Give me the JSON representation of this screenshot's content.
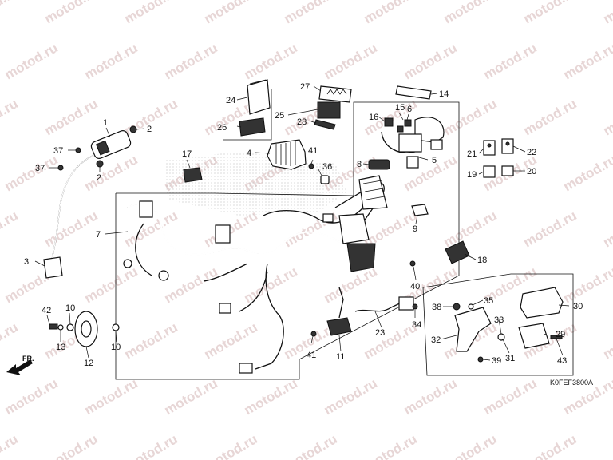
{
  "watermark": {
    "text": "motod.ru"
  },
  "diagram": {
    "code": "K0FEF3800A",
    "direction_label": "FR.",
    "callouts": [
      {
        "id": "c1",
        "text": "1"
      },
      {
        "id": "c2a",
        "text": "2"
      },
      {
        "id": "c2b",
        "text": "2"
      },
      {
        "id": "c3",
        "text": "3"
      },
      {
        "id": "c4",
        "text": "4"
      },
      {
        "id": "c5",
        "text": "5"
      },
      {
        "id": "c6",
        "text": "6"
      },
      {
        "id": "c7",
        "text": "7"
      },
      {
        "id": "c8",
        "text": "8"
      },
      {
        "id": "c9",
        "text": "9"
      },
      {
        "id": "c10a",
        "text": "10"
      },
      {
        "id": "c10b",
        "text": "10"
      },
      {
        "id": "c11",
        "text": "11"
      },
      {
        "id": "c12",
        "text": "12"
      },
      {
        "id": "c13",
        "text": "13"
      },
      {
        "id": "c14",
        "text": "14"
      },
      {
        "id": "c15",
        "text": "15"
      },
      {
        "id": "c16",
        "text": "16"
      },
      {
        "id": "c17",
        "text": "17"
      },
      {
        "id": "c18",
        "text": "18"
      },
      {
        "id": "c19",
        "text": "19"
      },
      {
        "id": "c20",
        "text": "20"
      },
      {
        "id": "c21",
        "text": "21"
      },
      {
        "id": "c22",
        "text": "22"
      },
      {
        "id": "c23",
        "text": "23"
      },
      {
        "id": "c24",
        "text": "24"
      },
      {
        "id": "c25",
        "text": "25"
      },
      {
        "id": "c26",
        "text": "26"
      },
      {
        "id": "c27",
        "text": "27"
      },
      {
        "id": "c28",
        "text": "28"
      },
      {
        "id": "c29",
        "text": "29"
      },
      {
        "id": "c30",
        "text": "30"
      },
      {
        "id": "c31",
        "text": "31"
      },
      {
        "id": "c32",
        "text": "32"
      },
      {
        "id": "c33",
        "text": "33"
      },
      {
        "id": "c34",
        "text": "34"
      },
      {
        "id": "c35",
        "text": "35"
      },
      {
        "id": "c36",
        "text": "36"
      },
      {
        "id": "c37a",
        "text": "37"
      },
      {
        "id": "c37b",
        "text": "37"
      },
      {
        "id": "c38",
        "text": "38"
      },
      {
        "id": "c39",
        "text": "39"
      },
      {
        "id": "c40",
        "text": "40"
      },
      {
        "id": "c41a",
        "text": "41"
      },
      {
        "id": "c41b",
        "text": "41"
      },
      {
        "id": "c42",
        "text": "42"
      },
      {
        "id": "c43",
        "text": "43"
      }
    ]
  }
}
